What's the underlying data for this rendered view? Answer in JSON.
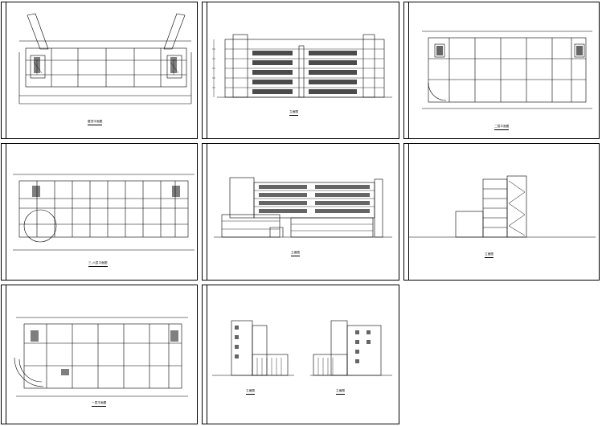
{
  "sheets": [
    {
      "id": "s1",
      "kind": "roof-plan",
      "caption": "屋顶平面图"
    },
    {
      "id": "s2",
      "kind": "elevation-south",
      "caption": "立面图"
    },
    {
      "id": "s3",
      "kind": "plan-floor-2",
      "caption": "二层平面图"
    },
    {
      "id": "s4",
      "kind": "plan-floor-3-6",
      "caption": "三-六层平面图"
    },
    {
      "id": "s5",
      "kind": "elevation-north",
      "caption": "立面图"
    },
    {
      "id": "s6",
      "kind": "elevation-side",
      "caption": "立面图"
    },
    {
      "id": "s7",
      "kind": "plan-floor-1",
      "caption": "一层平面图"
    },
    {
      "id": "s8a",
      "kind": "elevation-east",
      "caption": "立面图"
    },
    {
      "id": "s8b",
      "kind": "elevation-west",
      "caption": "立面图"
    }
  ],
  "colors": {
    "line": "#000000",
    "paper": "#ffffff"
  }
}
